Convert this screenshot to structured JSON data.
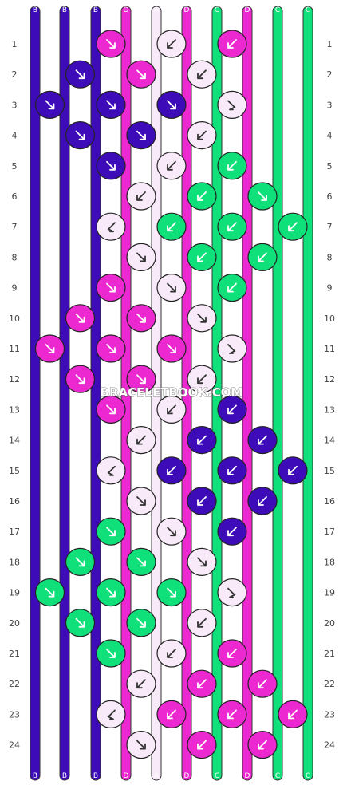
{
  "pattern": {
    "watermark": "BRACELETBOOK.COM",
    "strand_labels_top": [
      "B",
      "B",
      "B",
      "D",
      "A",
      "D",
      "C",
      "D",
      "C",
      "C"
    ],
    "strand_labels_bottom": [
      "B",
      "B",
      "B",
      "D",
      "A",
      "D",
      "C",
      "D",
      "C",
      "C"
    ],
    "colors": {
      "A": "#f8eaf8",
      "B": "#3d0bb8",
      "C": "#10e07a",
      "D": "#ec28d0"
    },
    "rows": [
      {
        "n": "1",
        "knots": [
          [
            "D",
            "R"
          ],
          [
            "A",
            "L"
          ],
          [
            "D",
            "L"
          ]
        ]
      },
      {
        "n": "2",
        "knots": [
          [
            "B",
            "R"
          ],
          [
            "D",
            "R"
          ],
          [
            "A",
            "L"
          ]
        ]
      },
      {
        "n": "3",
        "knots": [
          [
            "B",
            "R"
          ],
          [
            "B",
            "R"
          ],
          [
            "B",
            "R"
          ],
          [
            "A",
            "RL"
          ]
        ]
      },
      {
        "n": "4",
        "knots": [
          [
            "B",
            "R"
          ],
          [
            "B",
            "R"
          ],
          [
            "A",
            "L"
          ]
        ]
      },
      {
        "n": "5",
        "knots": [
          [
            "B",
            "R"
          ],
          [
            "A",
            "L"
          ],
          [
            "C",
            "L"
          ]
        ]
      },
      {
        "n": "6",
        "knots": [
          [
            "A",
            "L"
          ],
          [
            "C",
            "L"
          ],
          [
            "C",
            "R"
          ]
        ]
      },
      {
        "n": "7",
        "knots": [
          [
            "A",
            "LR"
          ],
          [
            "C",
            "L"
          ],
          [
            "C",
            "L"
          ],
          [
            "C",
            "L"
          ]
        ]
      },
      {
        "n": "8",
        "knots": [
          [
            "A",
            "R"
          ],
          [
            "C",
            "L"
          ],
          [
            "C",
            "L"
          ]
        ]
      },
      {
        "n": "9",
        "knots": [
          [
            "D",
            "R"
          ],
          [
            "A",
            "R"
          ],
          [
            "C",
            "L"
          ]
        ]
      },
      {
        "n": "10",
        "knots": [
          [
            "D",
            "R"
          ],
          [
            "D",
            "R"
          ],
          [
            "A",
            "R"
          ]
        ]
      },
      {
        "n": "11",
        "knots": [
          [
            "D",
            "R"
          ],
          [
            "D",
            "R"
          ],
          [
            "D",
            "R"
          ],
          [
            "A",
            "RL"
          ]
        ]
      },
      {
        "n": "12",
        "knots": [
          [
            "D",
            "R"
          ],
          [
            "D",
            "R"
          ],
          [
            "A",
            "L"
          ]
        ]
      },
      {
        "n": "13",
        "knots": [
          [
            "D",
            "R"
          ],
          [
            "A",
            "L"
          ],
          [
            "B",
            "L"
          ]
        ]
      },
      {
        "n": "14",
        "knots": [
          [
            "A",
            "L"
          ],
          [
            "B",
            "L"
          ],
          [
            "B",
            "L"
          ]
        ]
      },
      {
        "n": "15",
        "knots": [
          [
            "A",
            "LR"
          ],
          [
            "B",
            "L"
          ],
          [
            "B",
            "L"
          ],
          [
            "B",
            "L"
          ]
        ]
      },
      {
        "n": "16",
        "knots": [
          [
            "A",
            "R"
          ],
          [
            "B",
            "L"
          ],
          [
            "B",
            "L"
          ]
        ]
      },
      {
        "n": "17",
        "knots": [
          [
            "C",
            "R"
          ],
          [
            "A",
            "R"
          ],
          [
            "B",
            "L"
          ]
        ]
      },
      {
        "n": "18",
        "knots": [
          [
            "C",
            "R"
          ],
          [
            "C",
            "R"
          ],
          [
            "A",
            "R"
          ]
        ]
      },
      {
        "n": "19",
        "knots": [
          [
            "C",
            "R"
          ],
          [
            "C",
            "R"
          ],
          [
            "C",
            "R"
          ],
          [
            "A",
            "RL"
          ]
        ]
      },
      {
        "n": "20",
        "knots": [
          [
            "C",
            "R"
          ],
          [
            "C",
            "R"
          ],
          [
            "A",
            "L"
          ]
        ]
      },
      {
        "n": "21",
        "knots": [
          [
            "C",
            "R"
          ],
          [
            "A",
            "L"
          ],
          [
            "D",
            "L"
          ]
        ]
      },
      {
        "n": "22",
        "knots": [
          [
            "A",
            "L"
          ],
          [
            "D",
            "L"
          ],
          [
            "D",
            "L"
          ]
        ]
      },
      {
        "n": "23",
        "knots": [
          [
            "A",
            "LR"
          ],
          [
            "D",
            "L"
          ],
          [
            "D",
            "L"
          ],
          [
            "D",
            "L"
          ]
        ]
      },
      {
        "n": "24",
        "knots": [
          [
            "A",
            "R"
          ],
          [
            "D",
            "L"
          ],
          [
            "D",
            "L"
          ]
        ]
      }
    ]
  }
}
